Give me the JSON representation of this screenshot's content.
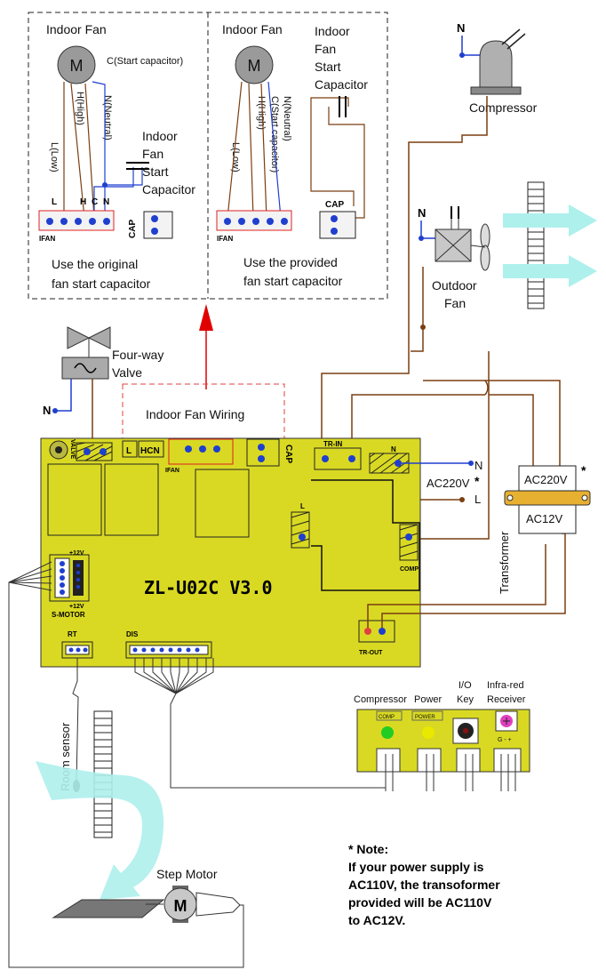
{
  "fan_panel_left": {
    "title": "Indoor Fan",
    "motor": "M",
    "c_label": "C(Start capacitor)",
    "h_label": "H(High)",
    "n_label": "N(Neutral)",
    "l_label": "L(Low)",
    "cap_label": [
      "Indoor",
      "Fan",
      "Start",
      "Capacitor"
    ],
    "pins": [
      "L",
      "H",
      "C",
      "N"
    ],
    "connector": "IFAN",
    "cap_connector": "CAP",
    "caption": [
      "Use the original",
      "fan start capacitor"
    ]
  },
  "fan_panel_right": {
    "title": "Indoor Fan",
    "motor": "M",
    "l_label": "L(Low)",
    "h_label": "H(High)",
    "c_label": "C(Start capacitor)",
    "n_label": "N(Neutral)",
    "cap_label": [
      "Indoor",
      "Fan",
      "Start",
      "Capacitor"
    ],
    "cap_connector": "CAP",
    "connector": "IFAN",
    "caption": [
      "Use the provided",
      "fan start capacitor"
    ]
  },
  "outdoor": {
    "compressor": "Compressor",
    "compressor_n": "N",
    "fan": [
      "Outdoor",
      "Fan"
    ],
    "fan_n": "N",
    "valve": [
      "Four-way",
      "Valve"
    ],
    "valve_n": "N"
  },
  "board": {
    "wiring_box": "Indoor Fan Wiring",
    "title": "ZL-U02C  V3.0",
    "valve": "VALVE",
    "l_tag": "L",
    "hcn_tag": "HCN",
    "ifan": "IFAN",
    "cap": "CAP",
    "tr_in": "TR-IN",
    "n_tag": "N",
    "l_main": "L",
    "comp": "COMP",
    "tr_out": "TR-OUT",
    "smotor": "S-MOTOR",
    "v12a": "+12V",
    "v12b": "+12V",
    "rt": "RT",
    "dis": "DIS"
  },
  "power": {
    "n": "N",
    "ac": "AC220V",
    "star": "*",
    "l": "L",
    "tf_top": "AC220V",
    "tf_bottom": "AC12V",
    "tf_star": "*",
    "transformer": "Transformer"
  },
  "display": {
    "labels": [
      "Compressor",
      "Power",
      "I/O",
      "Key",
      "Infra-red",
      "Receiver"
    ],
    "comp": "COMP",
    "pwr": "POWER",
    "pins": "G  -  +"
  },
  "sensor": {
    "label": "Room sensor"
  },
  "step_motor": {
    "label": "Step Motor",
    "motor": "M"
  },
  "note": {
    "lines": [
      "* Note:",
      "If your power supply is",
      "AC110V, the transoformer",
      "provided will be AC110V",
      "to AC12V."
    ]
  },
  "colors": {
    "board": "#d9d923",
    "wire_brown": "#7a3e10",
    "wire_blue": "#1f3fcf",
    "arrow_red": "#e00000",
    "air": "#aef0ec",
    "led_green": "#22cc22",
    "led_yellow": "#e8e800",
    "ir_pink": "#e040c0"
  }
}
